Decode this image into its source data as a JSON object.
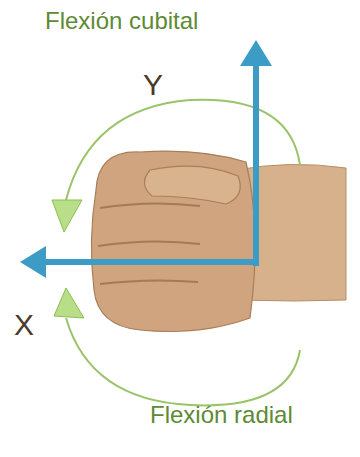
{
  "diagram": {
    "labels": [
      "Flexión cubital",
      "Y",
      "X",
      "Flexión radial"
    ]
  }
}
